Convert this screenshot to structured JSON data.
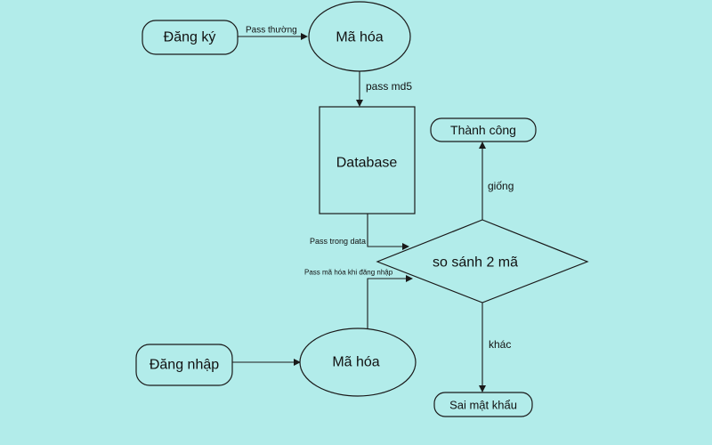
{
  "diagram": {
    "nodes": {
      "register": "Đăng ký",
      "encrypt_register": "Mã hóa",
      "database": "Database",
      "success": "Thành công",
      "compare": "so sánh 2 mã",
      "login": "Đăng nhập",
      "encrypt_login": "Mã hóa",
      "wrong_password": "Sai mật khẩu"
    },
    "edges": {
      "register_to_encrypt": "Pass thường",
      "encrypt_to_database": "pass md5",
      "database_to_compare": "Pass trong data",
      "login_encrypt_to_compare": "Pass mã hóa khi đăng nhập",
      "compare_to_success": "giống",
      "compare_to_wrong": "khác"
    }
  }
}
